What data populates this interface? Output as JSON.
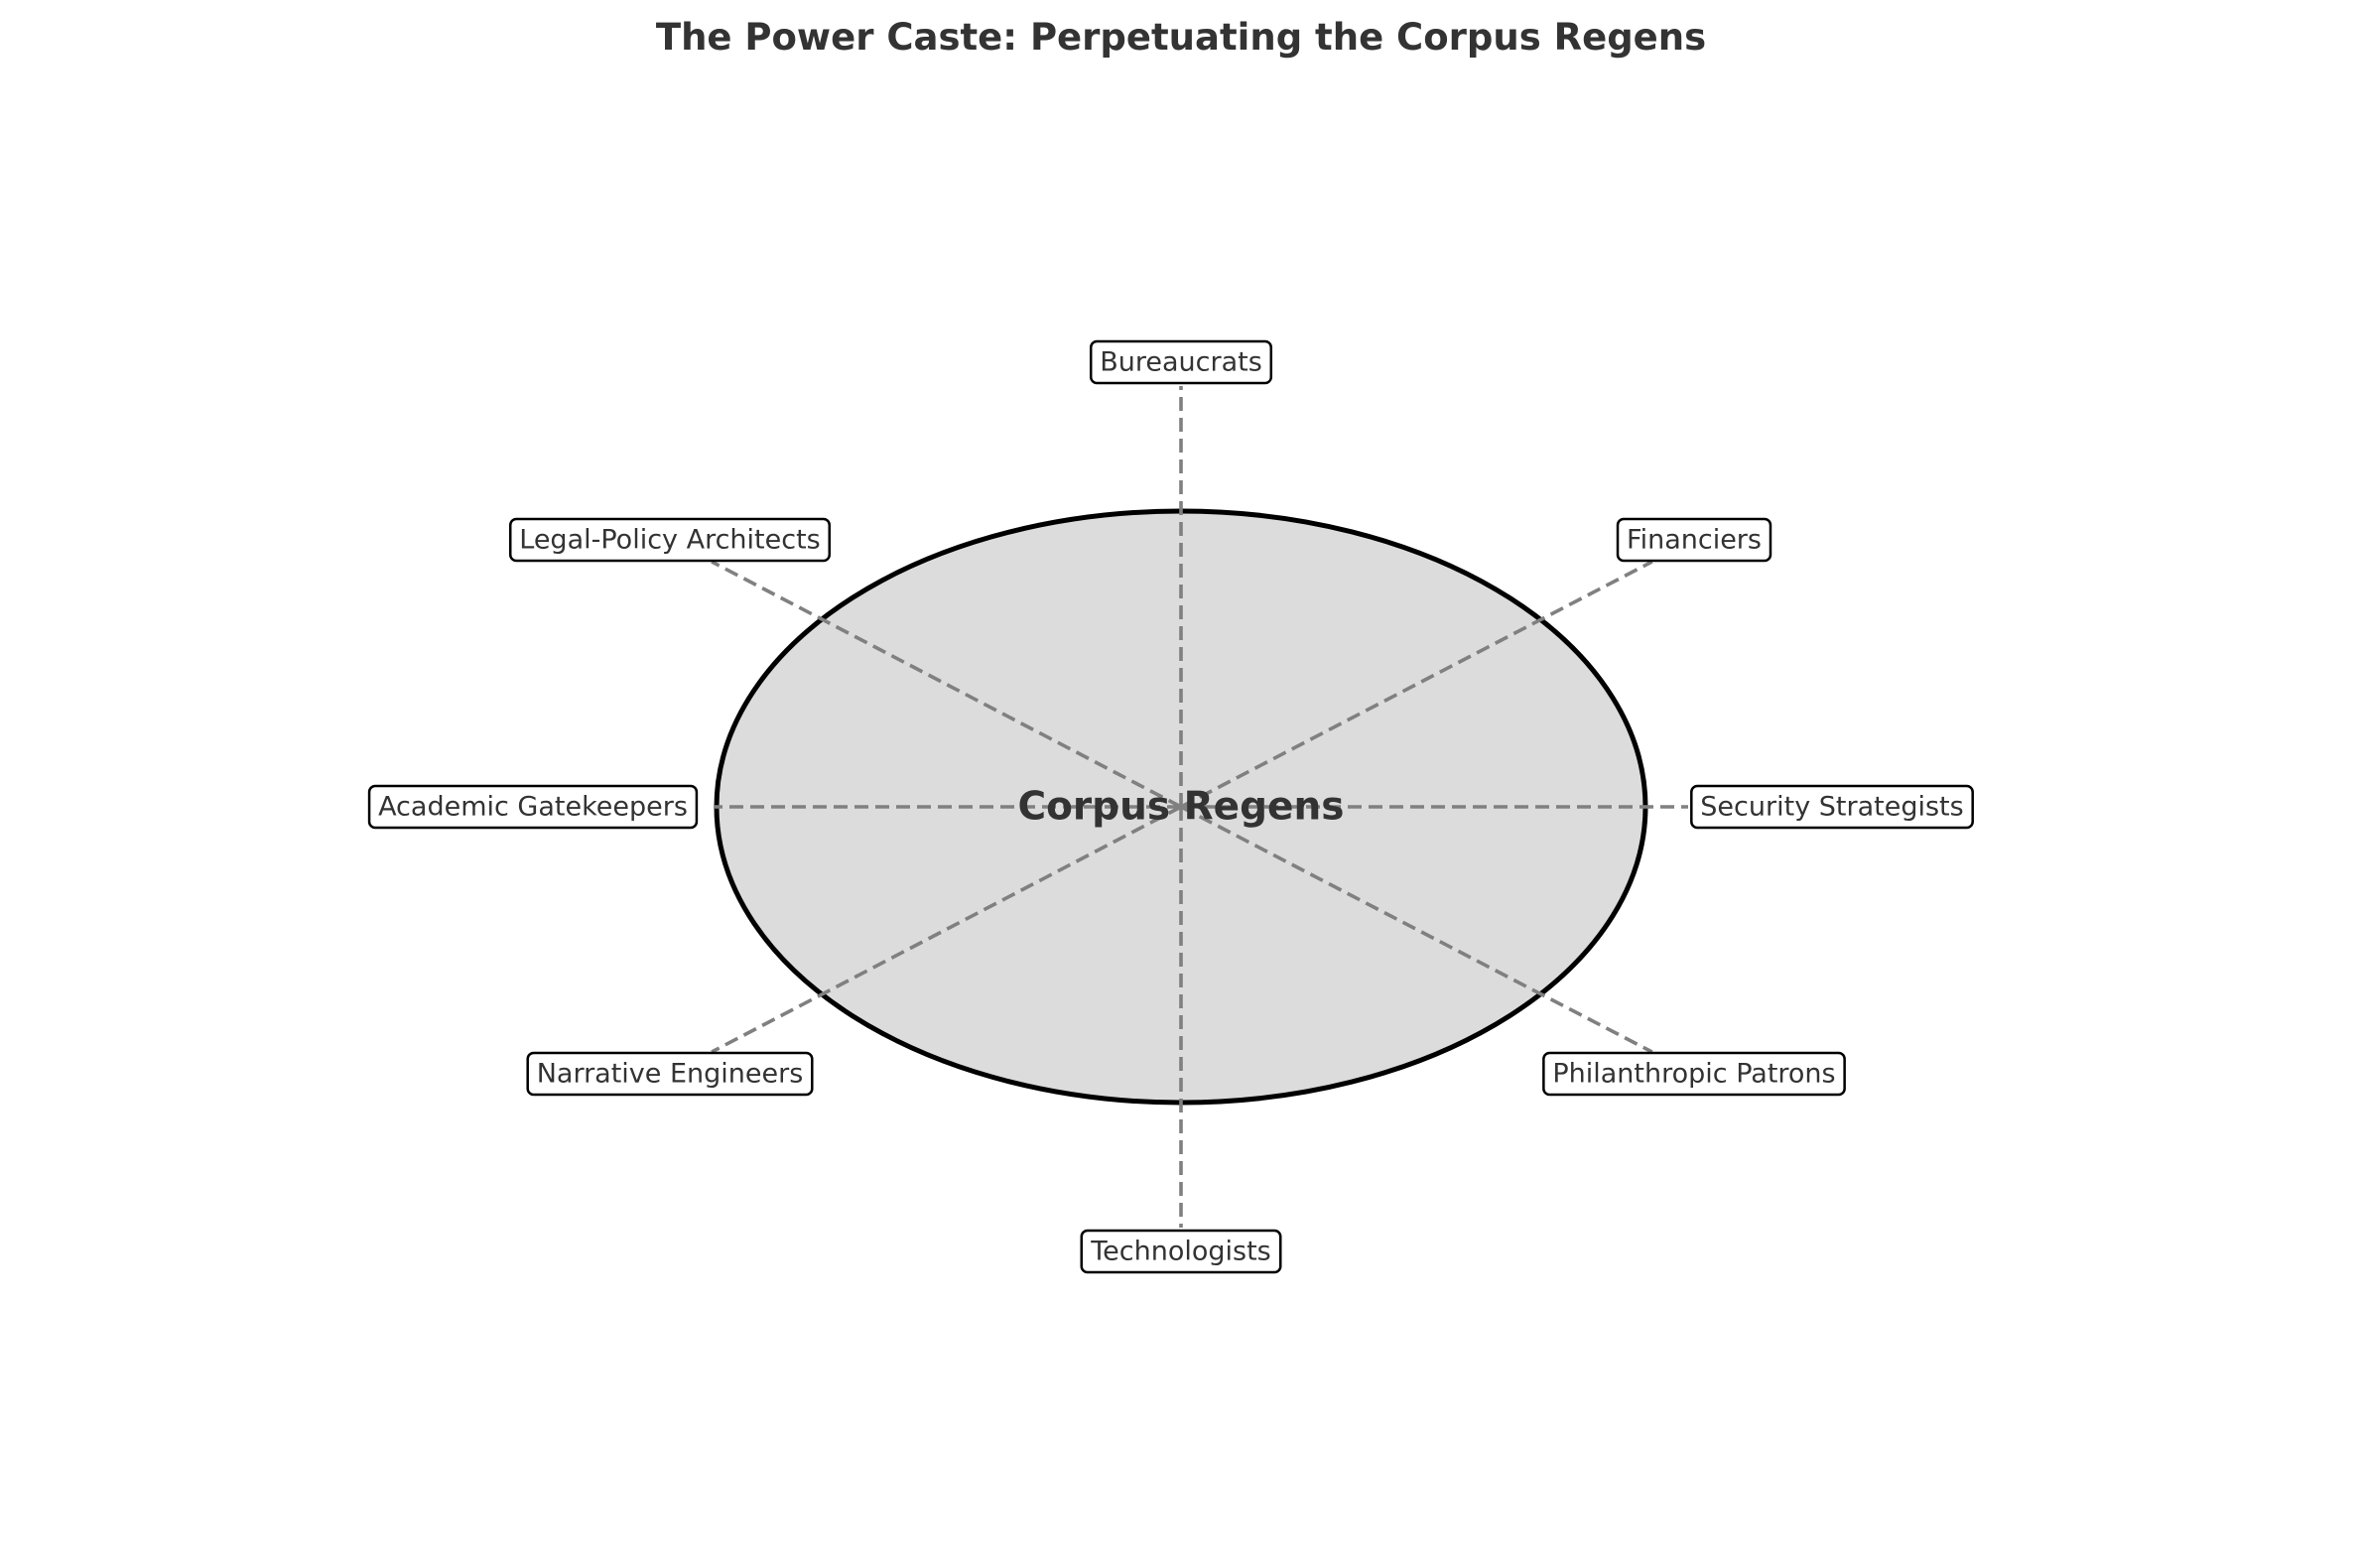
{
  "title": "The Power Caste: Perpetuating the Corpus Regens",
  "center": {
    "label": "Corpus Regens",
    "fill_color": "#dcdcdc",
    "stroke_color": "#000000"
  },
  "connector_color": "#808080",
  "nodes": [
    {
      "id": "bureaucrats",
      "label": "Bureaucrats",
      "direction": "top"
    },
    {
      "id": "financiers",
      "label": "Financiers",
      "direction": "upper-right"
    },
    {
      "id": "security-strategists",
      "label": "Security Strategists",
      "direction": "right"
    },
    {
      "id": "philanthropic-patrons",
      "label": "Philanthropic Patrons",
      "direction": "lower-right"
    },
    {
      "id": "technologists",
      "label": "Technologists",
      "direction": "bottom"
    },
    {
      "id": "narrative-engineers",
      "label": "Narrative Engineers",
      "direction": "lower-left"
    },
    {
      "id": "academic-gatekeepers",
      "label": "Academic Gatekeepers",
      "direction": "left"
    },
    {
      "id": "legal-policy-architects",
      "label": "Legal-Policy Architects",
      "direction": "upper-left"
    }
  ]
}
